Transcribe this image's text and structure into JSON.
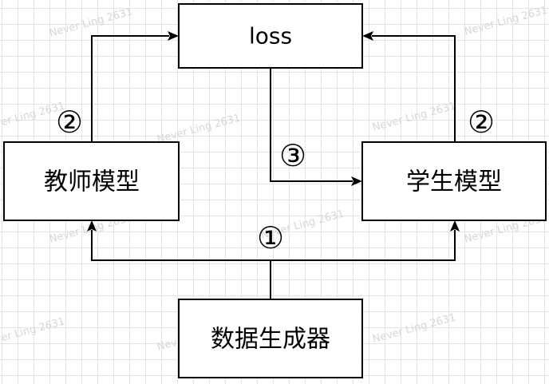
{
  "watermark": "Never Ling 2631",
  "nodes": {
    "loss": "loss",
    "teacher": "教师模型",
    "student": "学生模型",
    "generator": "数据生成器"
  },
  "markers": {
    "step1": "①",
    "step2_left": "②",
    "step2_right": "②",
    "step3": "③"
  }
}
